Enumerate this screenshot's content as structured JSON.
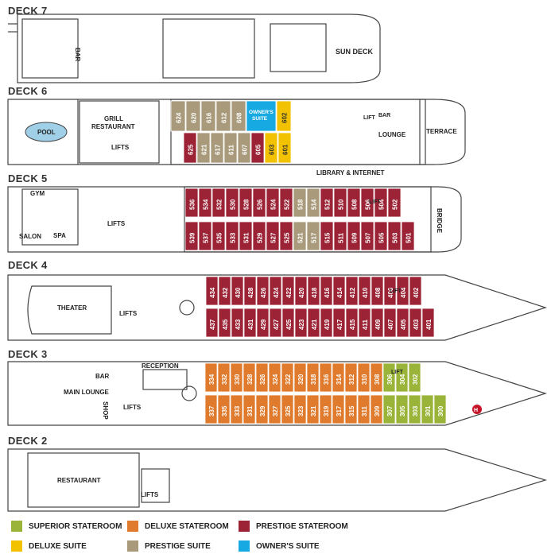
{
  "colors": {
    "superior": "#9ab43a",
    "deluxe": "#e07a2c",
    "prestige": "#9b2335",
    "deluxe_suite": "#f2c200",
    "prestige_suite": "#a89a7a",
    "owners_suite": "#17a9e1",
    "outline": "#444444"
  },
  "decks": {
    "deck7": {
      "title": "DECK 7",
      "labels": {
        "bar": "BAR",
        "sun_deck": "SUN DECK"
      }
    },
    "deck6": {
      "title": "DECK 6",
      "labels": {
        "pool": "POOL",
        "grill": "GRILL",
        "restaurant": "RESTAURANT",
        "lifts": "LIFTS",
        "lift": "LIFT",
        "bar": "BAR",
        "lounge": "LOUNGE",
        "terrace": "TERRACE",
        "library": "LIBRARY & INTERNET",
        "owners": "OWNER'S",
        "suite": "SUITE"
      }
    },
    "deck5": {
      "title": "DECK 5",
      "labels": {
        "gym": "GYM",
        "salon": "SALON",
        "spa": "SPA",
        "lifts": "LIFTS",
        "lift": "LIFT",
        "bridge": "BRIDGE"
      }
    },
    "deck4": {
      "title": "DECK 4",
      "labels": {
        "theater": "THEATER",
        "lifts": "LIFTS",
        "lift": "LIFT"
      }
    },
    "deck3": {
      "title": "DECK 3",
      "labels": {
        "bar": "BAR",
        "reception": "RECEPTION",
        "main_lounge": "MAIN LOUNGE",
        "shop": "SHOP",
        "lifts": "LIFTS",
        "lift": "LIFT",
        "h": "H"
      }
    },
    "deck2": {
      "title": "DECK 2",
      "labels": {
        "restaurant": "RESTAURANT",
        "lifts": "LIFTS"
      }
    }
  },
  "cabins": {
    "deck6_top": [
      [
        "624",
        "prestige_suite"
      ],
      [
        "620",
        "prestige_suite"
      ],
      [
        "616",
        "prestige_suite"
      ],
      [
        "612",
        "prestige_suite"
      ],
      [
        "608",
        "prestige_suite"
      ],
      [
        "OWNERS",
        "owners_suite"
      ],
      [
        "602",
        "deluxe_suite"
      ]
    ],
    "deck6_bottom": [
      [
        "625",
        "prestige"
      ],
      [
        "621",
        "prestige_suite"
      ],
      [
        "617",
        "prestige_suite"
      ],
      [
        "611",
        "prestige_suite"
      ],
      [
        "607",
        "prestige_suite"
      ],
      [
        "605",
        "prestige"
      ],
      [
        "603",
        "deluxe_suite"
      ],
      [
        "601",
        "deluxe_suite"
      ]
    ],
    "deck5_top": [
      [
        "536",
        "prestige"
      ],
      [
        "534",
        "prestige"
      ],
      [
        "532",
        "prestige"
      ],
      [
        "530",
        "prestige"
      ],
      [
        "528",
        "prestige"
      ],
      [
        "526",
        "prestige"
      ],
      [
        "524",
        "prestige"
      ],
      [
        "522",
        "prestige"
      ],
      [
        "518",
        "prestige_suite"
      ],
      [
        "514",
        "prestige_suite"
      ],
      [
        "512",
        "prestige"
      ],
      [
        "510",
        "prestige"
      ],
      [
        "508",
        "prestige"
      ],
      [
        "506",
        "prestige"
      ],
      [
        "504",
        "prestige"
      ],
      [
        "502",
        "prestige"
      ]
    ],
    "deck5_bottom": [
      [
        "539",
        "prestige"
      ],
      [
        "537",
        "prestige"
      ],
      [
        "535",
        "prestige"
      ],
      [
        "533",
        "prestige"
      ],
      [
        "531",
        "prestige"
      ],
      [
        "529",
        "prestige"
      ],
      [
        "527",
        "prestige"
      ],
      [
        "525",
        "prestige"
      ],
      [
        "521",
        "prestige_suite"
      ],
      [
        "517",
        "prestige_suite"
      ],
      [
        "515",
        "prestige"
      ],
      [
        "511",
        "prestige"
      ],
      [
        "509",
        "prestige"
      ],
      [
        "507",
        "prestige"
      ],
      [
        "505",
        "prestige"
      ],
      [
        "503",
        "prestige"
      ],
      [
        "501",
        "prestige"
      ]
    ],
    "deck4_top": [
      [
        "434",
        "prestige"
      ],
      [
        "432",
        "prestige"
      ],
      [
        "430",
        "prestige"
      ],
      [
        "428",
        "prestige"
      ],
      [
        "426",
        "prestige"
      ],
      [
        "424",
        "prestige"
      ],
      [
        "422",
        "prestige"
      ],
      [
        "420",
        "prestige"
      ],
      [
        "418",
        "prestige"
      ],
      [
        "416",
        "prestige"
      ],
      [
        "414",
        "prestige"
      ],
      [
        "412",
        "prestige"
      ],
      [
        "410",
        "prestige"
      ],
      [
        "408",
        "prestige"
      ],
      [
        "406",
        "prestige"
      ],
      [
        "404",
        "prestige"
      ],
      [
        "402",
        "prestige"
      ]
    ],
    "deck4_bottom": [
      [
        "437",
        "prestige"
      ],
      [
        "435",
        "prestige"
      ],
      [
        "433",
        "prestige"
      ],
      [
        "431",
        "prestige"
      ],
      [
        "429",
        "prestige"
      ],
      [
        "427",
        "prestige"
      ],
      [
        "425",
        "prestige"
      ],
      [
        "423",
        "prestige"
      ],
      [
        "421",
        "prestige"
      ],
      [
        "419",
        "prestige"
      ],
      [
        "417",
        "prestige"
      ],
      [
        "415",
        "prestige"
      ],
      [
        "411",
        "prestige"
      ],
      [
        "409",
        "prestige"
      ],
      [
        "407",
        "prestige"
      ],
      [
        "405",
        "prestige"
      ],
      [
        "403",
        "prestige"
      ],
      [
        "401",
        "prestige"
      ]
    ],
    "deck3_top": [
      [
        "334",
        "deluxe"
      ],
      [
        "332",
        "deluxe"
      ],
      [
        "330",
        "deluxe"
      ],
      [
        "328",
        "deluxe"
      ],
      [
        "326",
        "deluxe"
      ],
      [
        "324",
        "deluxe"
      ],
      [
        "322",
        "deluxe"
      ],
      [
        "320",
        "deluxe"
      ],
      [
        "318",
        "deluxe"
      ],
      [
        "316",
        "deluxe"
      ],
      [
        "314",
        "deluxe"
      ],
      [
        "312",
        "deluxe"
      ],
      [
        "310",
        "deluxe"
      ],
      [
        "308",
        "deluxe"
      ],
      [
        "306",
        "superior"
      ],
      [
        "304",
        "superior"
      ],
      [
        "302",
        "superior"
      ]
    ],
    "deck3_bottom": [
      [
        "337",
        "deluxe"
      ],
      [
        "335",
        "deluxe"
      ],
      [
        "333",
        "deluxe"
      ],
      [
        "331",
        "deluxe"
      ],
      [
        "329",
        "deluxe"
      ],
      [
        "327",
        "deluxe"
      ],
      [
        "325",
        "deluxe"
      ],
      [
        "323",
        "deluxe"
      ],
      [
        "321",
        "deluxe"
      ],
      [
        "319",
        "deluxe"
      ],
      [
        "317",
        "deluxe"
      ],
      [
        "315",
        "deluxe"
      ],
      [
        "311",
        "deluxe"
      ],
      [
        "309",
        "deluxe"
      ],
      [
        "307",
        "superior"
      ],
      [
        "305",
        "superior"
      ],
      [
        "303",
        "superior"
      ],
      [
        "301",
        "superior"
      ],
      [
        "300",
        "superior"
      ]
    ]
  },
  "legend": [
    {
      "label": "SUPERIOR STATEROOM",
      "key": "superior"
    },
    {
      "label": "DELUXE STATEROOM",
      "key": "deluxe"
    },
    {
      "label": "PRESTIGE STATEROOM",
      "key": "prestige"
    },
    {
      "label": "DELUXE SUITE",
      "key": "deluxe_suite"
    },
    {
      "label": "PRESTIGE SUITE",
      "key": "prestige_suite"
    },
    {
      "label": "OWNER'S SUITE",
      "key": "owners_suite"
    }
  ]
}
